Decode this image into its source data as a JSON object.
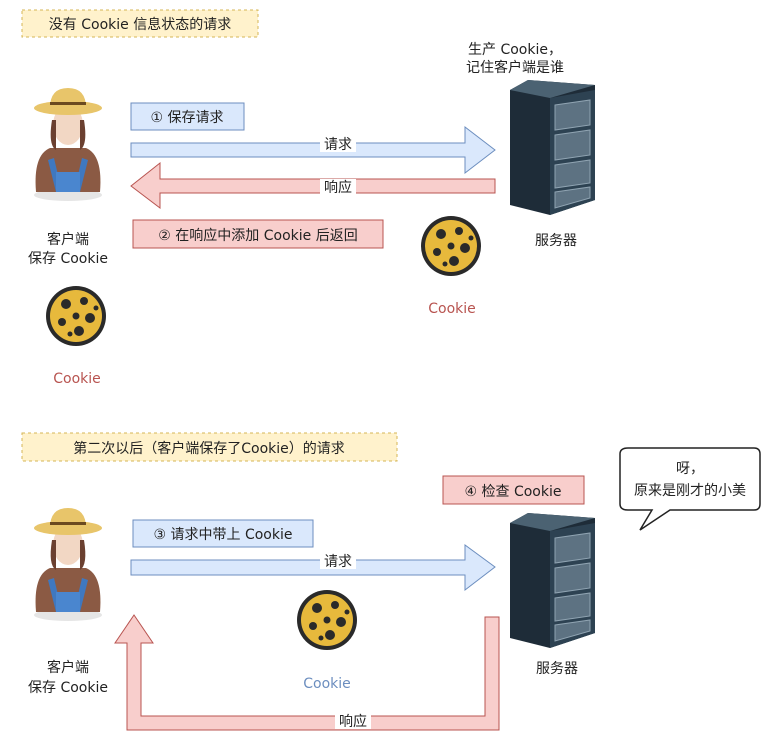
{
  "section1": {
    "title": "没有 Cookie 信息状态的请求",
    "client_label_1": "客户端",
    "client_label_2": "保存 Cookie",
    "client_cookie": "Cookie",
    "step1": "① 保存请求",
    "request": "请求",
    "response": "响应",
    "step2": "② 在响应中添加 Cookie 后返回",
    "server_note_1": "生产 Cookie，",
    "server_note_2": "记住客户端是谁",
    "server_label": "服务器",
    "server_cookie": "Cookie"
  },
  "section2": {
    "title": "第二次以后（客户端保存了Cookie）的请求",
    "client_label_1": "客户端",
    "client_label_2": "保存 Cookie",
    "step3": "③ 请求中带上 Cookie",
    "request": "请求",
    "cookie": "Cookie",
    "response": "响应",
    "step4": "④ 检查 Cookie",
    "server_label": "服务器",
    "bubble_1": "呀，",
    "bubble_2": "原来是刚才的小美"
  },
  "colors": {
    "blue_fill": "#dae8fc",
    "blue_stroke": "#6c8ebf",
    "red_fill": "#f8cecc",
    "red_stroke": "#b85450",
    "yellow_fill": "#fff2cc",
    "yellow_stroke": "#d6b656"
  }
}
